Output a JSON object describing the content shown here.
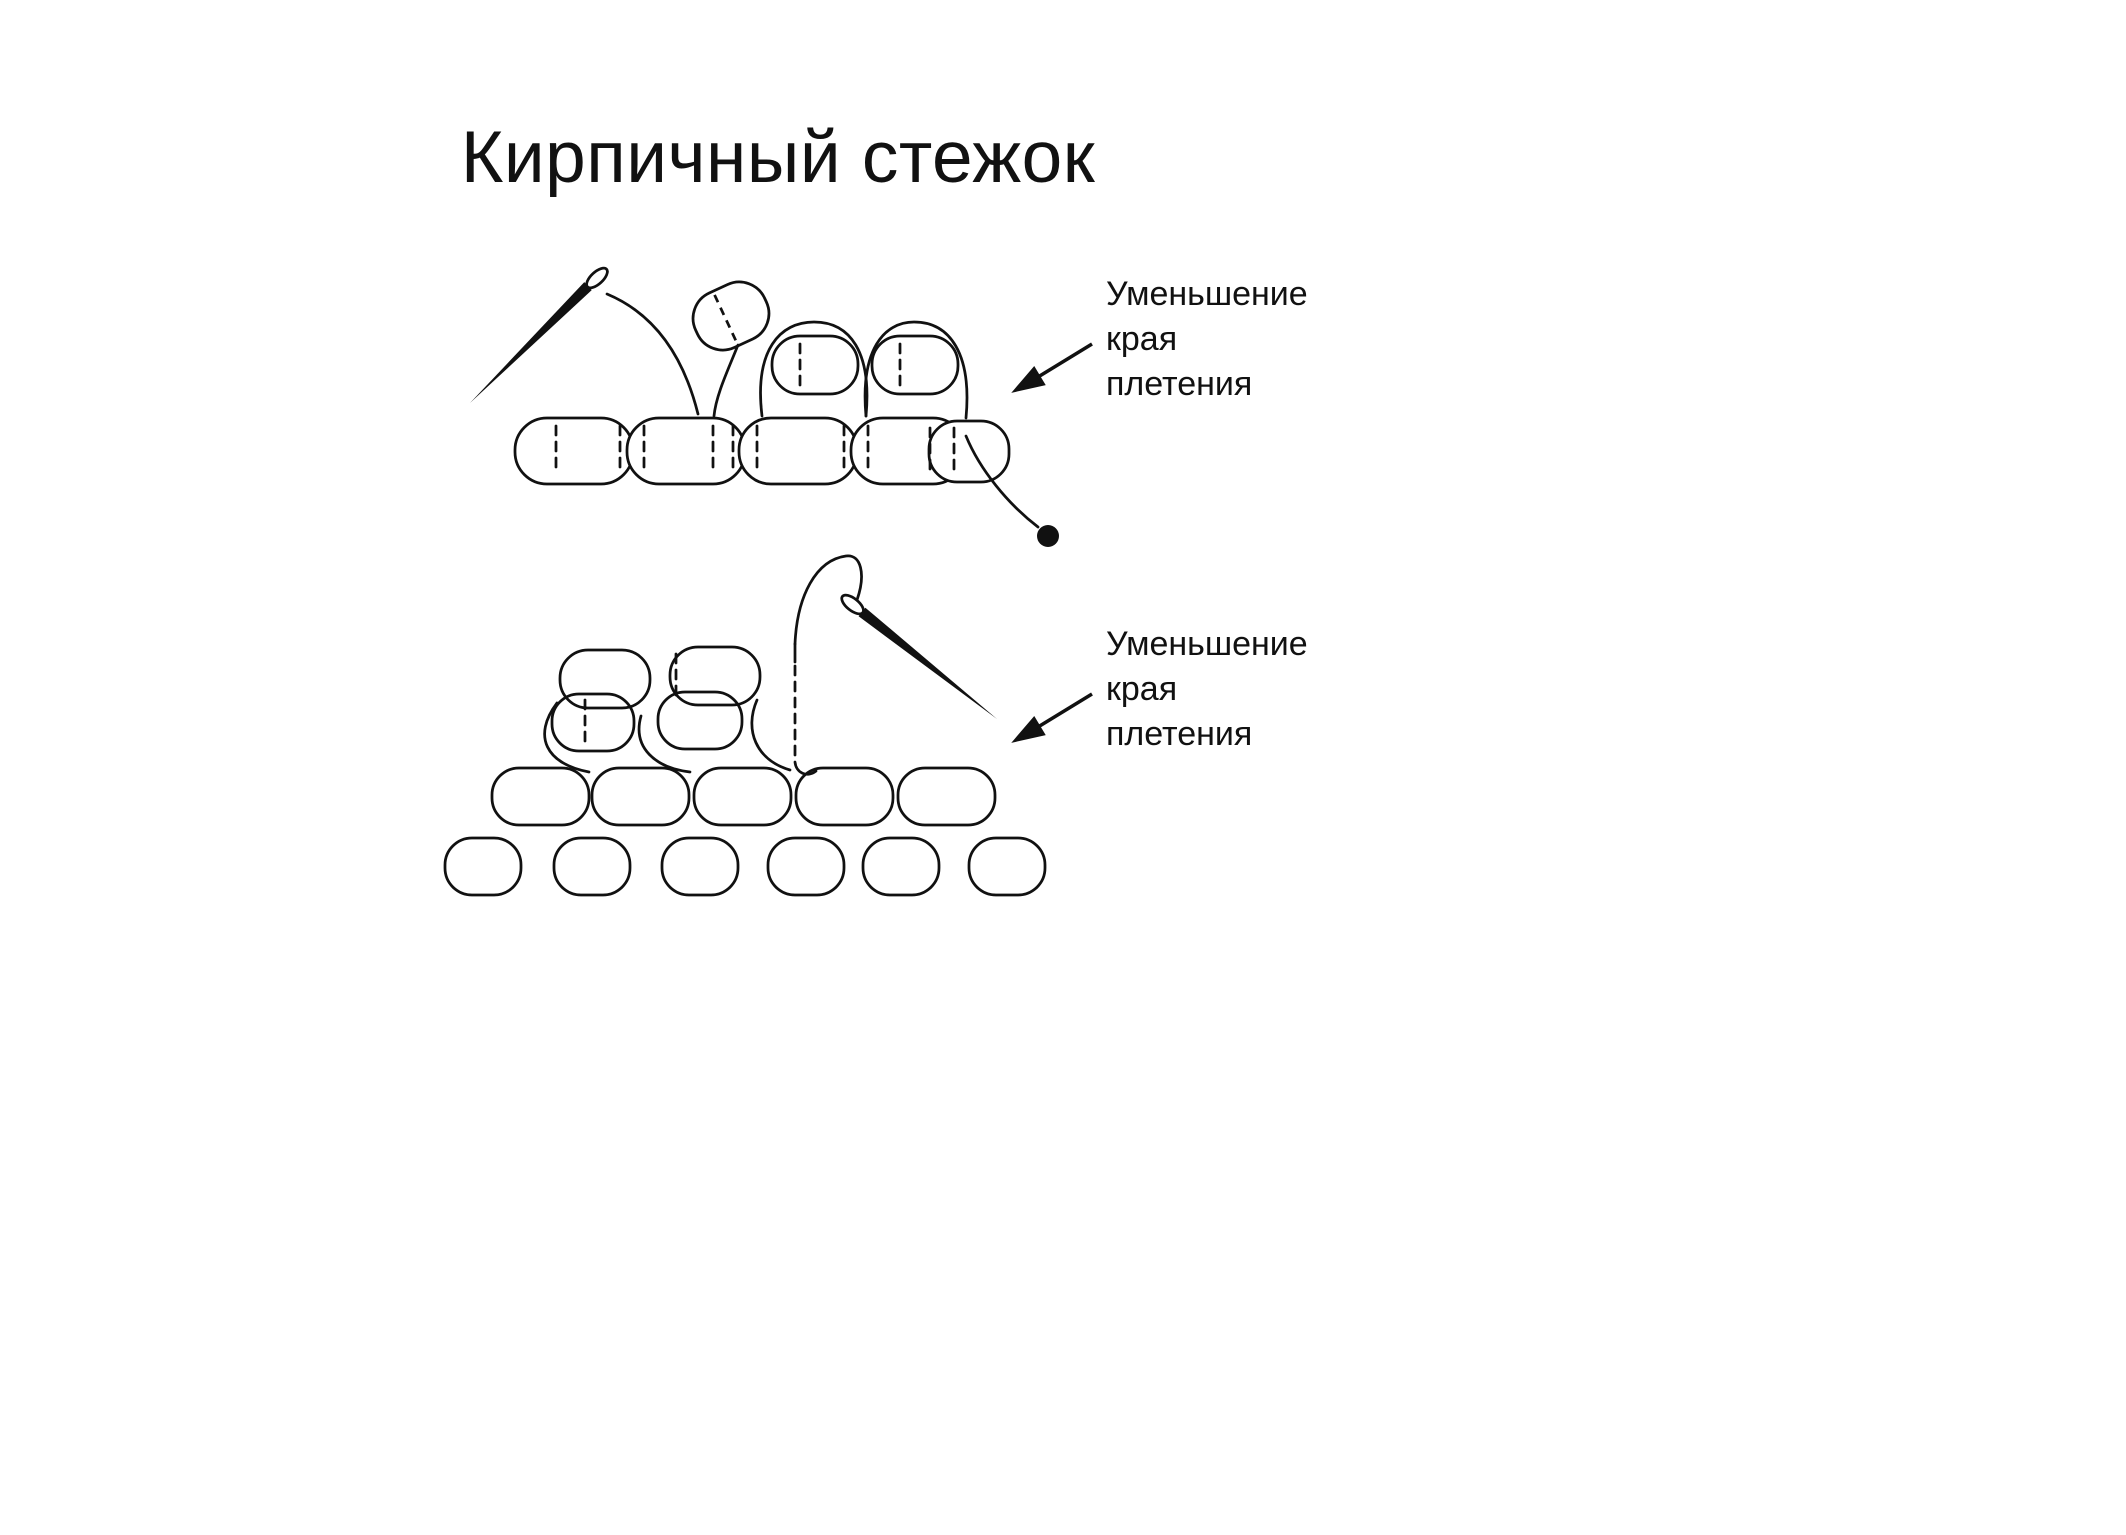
{
  "title": "Кирпичный стежок",
  "annotations": {
    "top_label": "Уменьшение\nкрая\nплетения",
    "bottom_label": "Уменьшение\nкрая\nплетения"
  },
  "colors": {
    "ink": "#111111",
    "background": "#ffffff"
  },
  "icons": {
    "needle_top": "needle-icon",
    "needle_bottom": "needle-icon",
    "arrow_top": "arrow-icon",
    "arrow_bottom": "arrow-icon",
    "thread_end": "thread-end-dot"
  }
}
